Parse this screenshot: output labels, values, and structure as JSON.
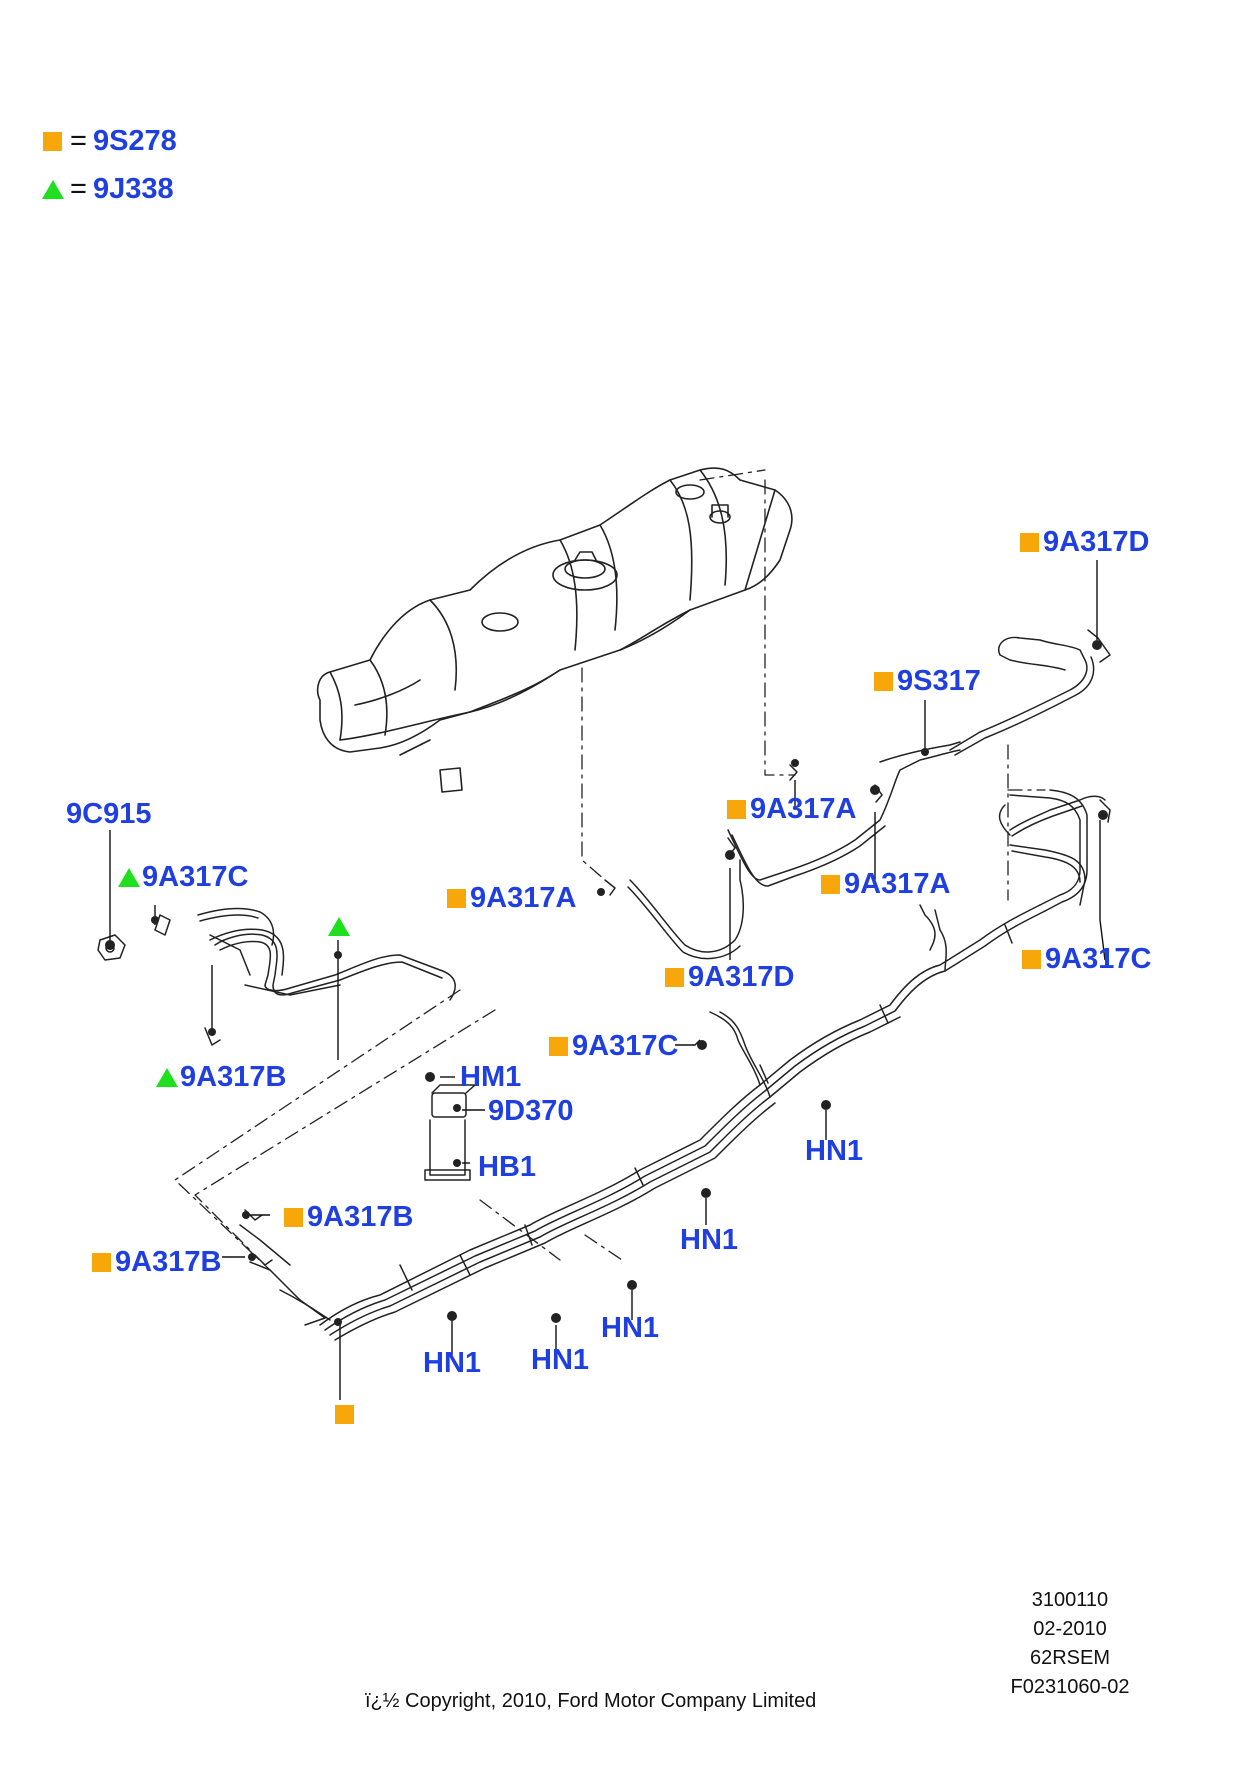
{
  "legend": [
    {
      "symbol": "square",
      "part": "9S278"
    },
    {
      "symbol": "triangle",
      "part": "9J338"
    }
  ],
  "callouts": {
    "c_9a317d_top": "9A317D",
    "c_9s317": "9S317",
    "c_9a317a_1": "9A317A",
    "c_9a317a_2": "9A317A",
    "c_9a317a_3": "9A317A",
    "c_9a317c_right": "9A317C",
    "c_9a317d_mid": "9A317D",
    "c_9c915": "9C915",
    "c_9a317c_left": "9A317C",
    "c_9a317b_1": "9A317B",
    "c_9a317c_mid": "9A317C",
    "c_hm1": "HM1",
    "c_9d370": "9D370",
    "c_hb1": "HB1",
    "c_9a317b_2": "9A317B",
    "c_9a317b_3": "9A317B",
    "c_hn1_1": "HN1",
    "c_hn1_2": "HN1",
    "c_hn1_3": "HN1",
    "c_hn1_4": "HN1",
    "c_hn1_5": "HN1"
  },
  "reference": {
    "line1": "3100110",
    "line2": "02-2010",
    "line3": "62RSEM",
    "line4": "F0231060-02"
  },
  "copyright": "ï¿½ Copyright, 2010, Ford Motor Company Limited",
  "colors": {
    "label": "#1f3fe0",
    "square": "#f7a70a",
    "triangle": "#1ee01e"
  }
}
